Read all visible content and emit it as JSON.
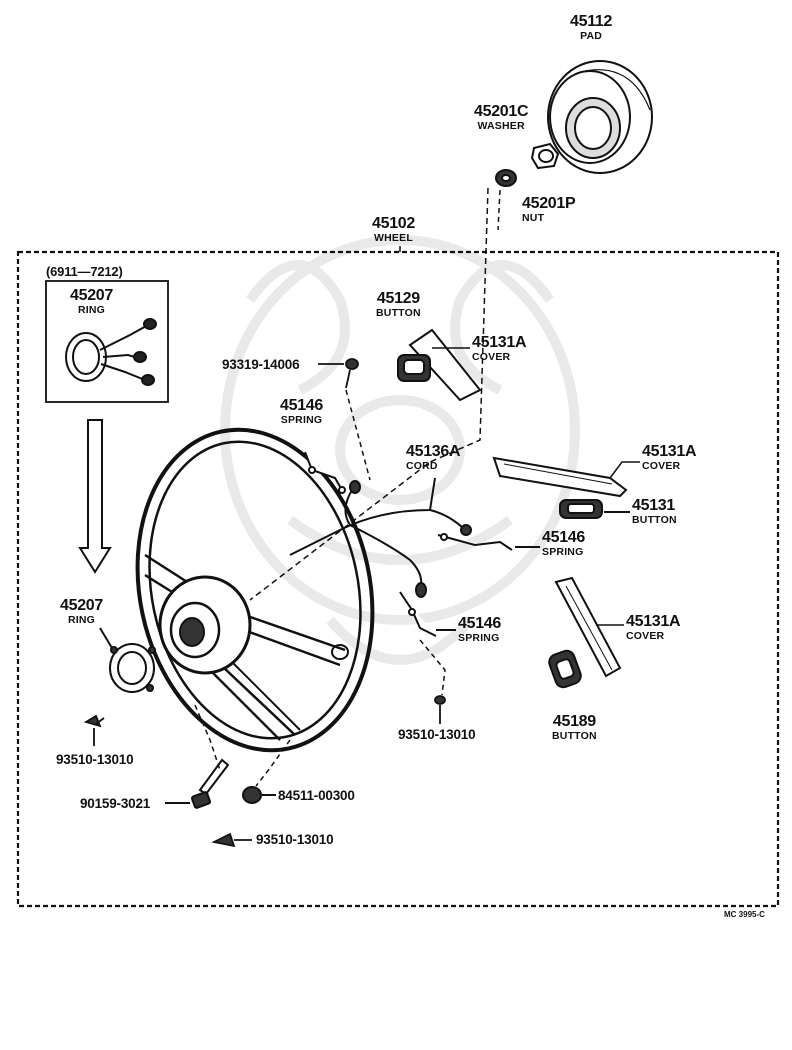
{
  "diagram": {
    "assembly_number": "45102",
    "assembly_name": "WHEEL",
    "inset_range": "(6911—7212)",
    "drawing_code": "MC 3995-C",
    "parts": [
      {
        "number": "45112",
        "name": "PAD"
      },
      {
        "number": "45201C",
        "name": "WASHER"
      },
      {
        "number": "45201P",
        "name": "NUT"
      },
      {
        "number": "45207",
        "name": "RING"
      },
      {
        "number": "45129",
        "name": "BUTTON"
      },
      {
        "number": "45131A",
        "name": "COVER"
      },
      {
        "number": "93319-14006",
        "name": ""
      },
      {
        "number": "45146",
        "name": "SPRING"
      },
      {
        "number": "45136A",
        "name": "CORD"
      },
      {
        "number": "45131A",
        "name": "COVER"
      },
      {
        "number": "45131",
        "name": "BUTTON"
      },
      {
        "number": "45146",
        "name": "SPRING"
      },
      {
        "number": "45146",
        "name": "SPRING"
      },
      {
        "number": "45131A",
        "name": "COVER"
      },
      {
        "number": "45207",
        "name": "RING"
      },
      {
        "number": "45189",
        "name": "BUTTON"
      },
      {
        "number": "93510-13010",
        "name": ""
      },
      {
        "number": "93510-13010",
        "name": ""
      },
      {
        "number": "90159-3021",
        "name": ""
      },
      {
        "number": "84511-00300",
        "name": ""
      },
      {
        "number": "93510-13010",
        "name": ""
      }
    ]
  }
}
